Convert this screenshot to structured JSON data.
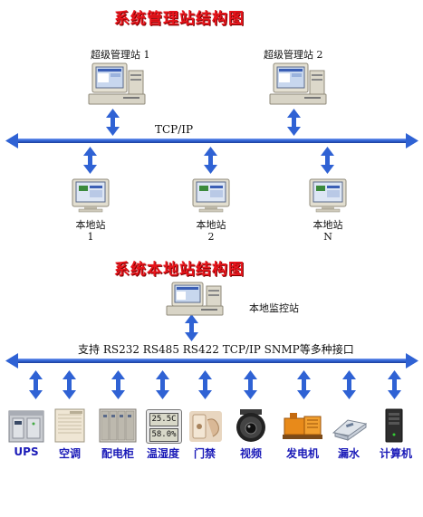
{
  "titles": {
    "management": "系统管理站结构图",
    "local": "系统本地站结构图"
  },
  "super_stations": [
    {
      "label": "超级管理站 1"
    },
    {
      "label": "超级管理站 2"
    }
  ],
  "network_label": "TCP/IP",
  "local_stations": [
    {
      "name": "本地站",
      "index": "1"
    },
    {
      "name": "本地站",
      "index": "2"
    },
    {
      "name": "本地站",
      "index": "N"
    }
  ],
  "monitor_station": {
    "label": "本地监控站"
  },
  "interfaces_label": "支持 RS232 RS485 RS422 TCP/IP SNMP等多种接口",
  "devices": [
    {
      "label": "UPS",
      "icon": "ups-cabinet-icon"
    },
    {
      "label": "空调",
      "icon": "air-conditioner-icon"
    },
    {
      "label": "配电柜",
      "icon": "power-distribution-cabinet-icon"
    },
    {
      "label": "温湿度",
      "icon": "temperature-humidity-sensor-icon",
      "reading_top": "25.5C",
      "reading_bottom": "58.0%"
    },
    {
      "label": "门禁",
      "icon": "access-control-icon"
    },
    {
      "label": "视频",
      "icon": "dome-camera-icon"
    },
    {
      "label": "发电机",
      "icon": "generator-icon"
    },
    {
      "label": "漏水",
      "icon": "water-leak-sensor-icon"
    },
    {
      "label": "计算机",
      "icon": "computer-tower-icon"
    }
  ],
  "colors": {
    "title": "#e8141b",
    "bus": "#2f62d4",
    "arrow": "#2f62d4",
    "device_label": "#1b1bb8"
  }
}
